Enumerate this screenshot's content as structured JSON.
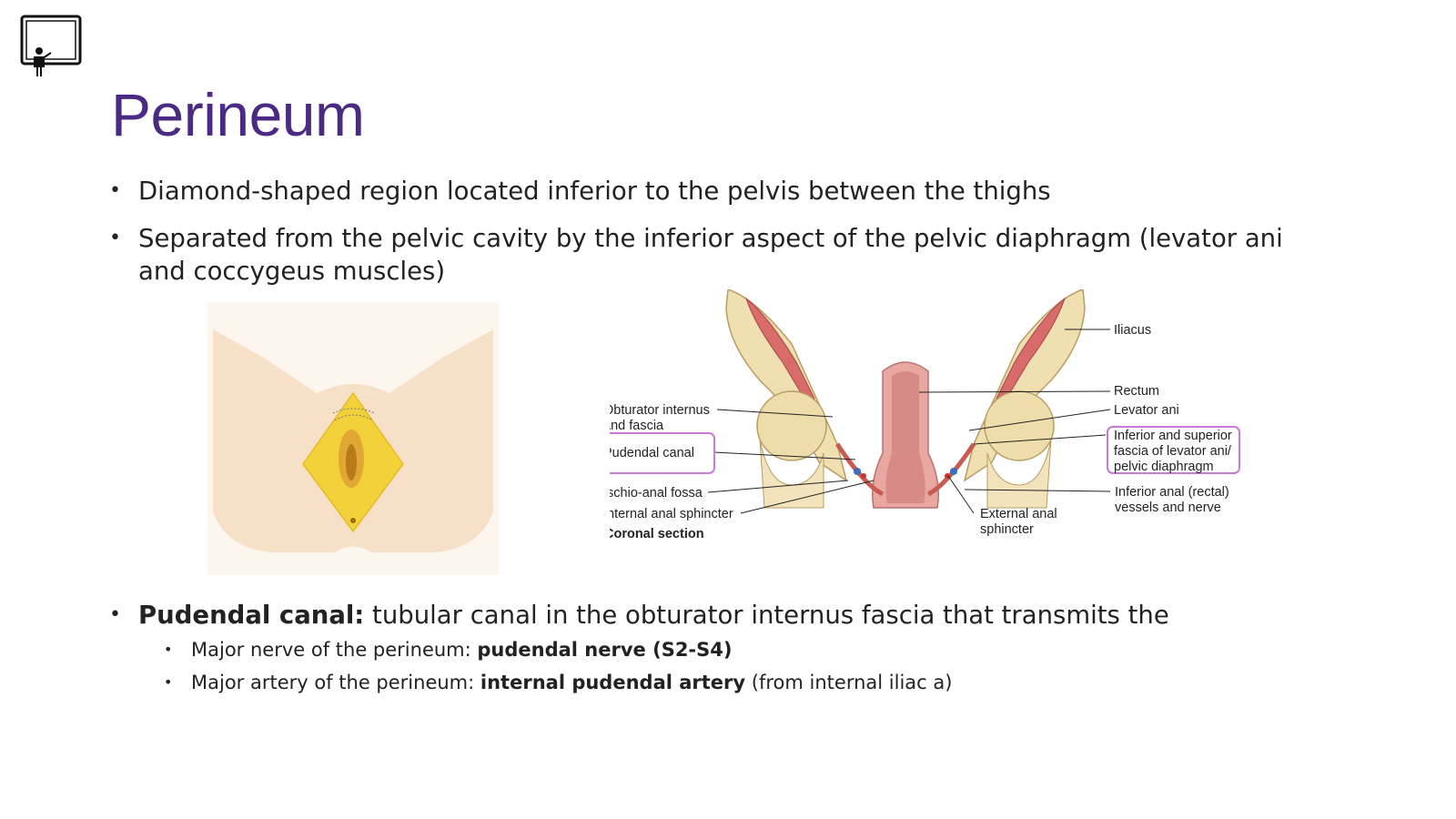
{
  "slide": {
    "title": "Perineum",
    "bullets": [
      "Diamond-shaped region located inferior to the pelvis between the thighs",
      "Separated from the pelvic cavity by the inferior aspect of the pelvic diaphragm (levator ani and coccygeus muscles)"
    ],
    "pudendal": {
      "term": "Pudendal canal:",
      "text": " tubular canal in the obturator internus fascia that transmits the"
    },
    "sub_bullets": [
      {
        "prefix": "Major nerve of the perineum: ",
        "bold": "pudendal nerve (S2-S4)",
        "suffix": ""
      },
      {
        "prefix": "Major artery of the perineum: ",
        "bold": "internal pudendal artery",
        "suffix": " (from internal iliac a)"
      }
    ]
  },
  "figure": {
    "labels": {
      "iliacus": "Iliacus",
      "rectum": "Rectum",
      "levator_ani": "Levator ani",
      "obturator_1": "Obturator internus",
      "obturator_2": "and fascia",
      "pudendal_canal": "Pudendal canal",
      "fascia_1": "Inferior and superior",
      "fascia_2": "fascia of levator ani/",
      "fascia_3": "pelvic diaphragm",
      "ischio": "Ischio-anal fossa",
      "internal_sphincter": "Internal anal sphincter",
      "coronal": "Coronal section",
      "external_1": "External anal",
      "external_2": "sphincter",
      "inf_anal_1": "Inferior anal (rectal)",
      "inf_anal_2": "vessels and nerve"
    },
    "colors": {
      "title": "#4b2a85",
      "highlight_box": "#c77ad6",
      "diamond": "#f3d13a",
      "skin": "#f7e0c8"
    }
  },
  "icons": {
    "presenter": "presenter-icon"
  }
}
